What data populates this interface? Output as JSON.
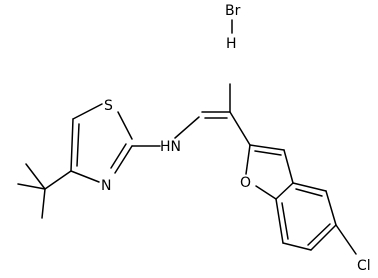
{
  "molecule": {
    "salt": {
      "bromine": "Br",
      "hydrogen": "H"
    },
    "thiazole": {
      "sulfur": "S",
      "nitrogen": "N"
    },
    "hydrazone": {
      "nh": "HN"
    },
    "benzofuran": {
      "oxygen": "O"
    },
    "substituent": {
      "chlorine": "Cl"
    }
  },
  "colors": {
    "ink": "#000000",
    "background": "#ffffff"
  }
}
